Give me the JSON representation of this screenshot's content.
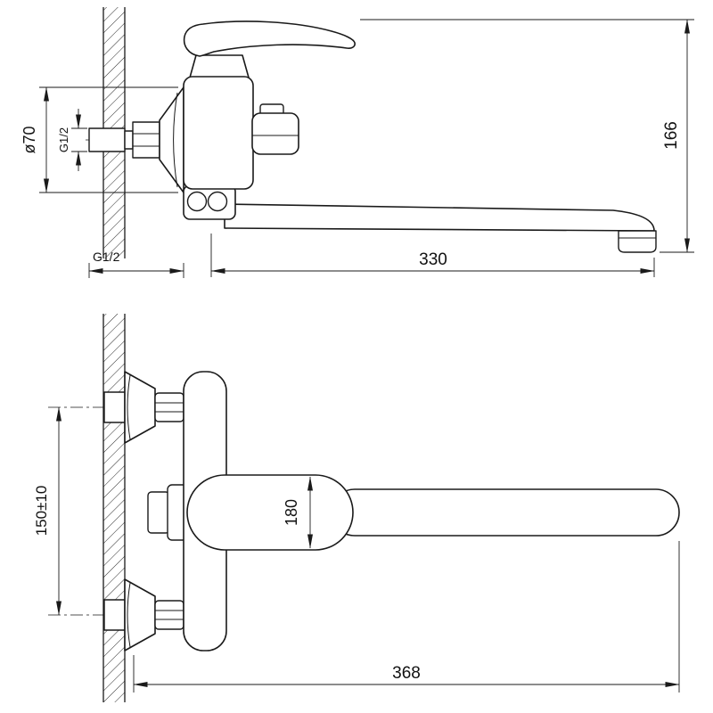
{
  "drawing": {
    "dims": {
      "side": {
        "diameter": "ø70",
        "thread": "G1/2",
        "height": "166",
        "thread_bottom": "G1/2",
        "spout_reach": "330"
      },
      "front": {
        "inlet_spacing": "150±10",
        "spout_height": "180",
        "total_length": "368"
      }
    },
    "colors": {
      "line": "#1a1a1a",
      "background": "#ffffff"
    }
  }
}
